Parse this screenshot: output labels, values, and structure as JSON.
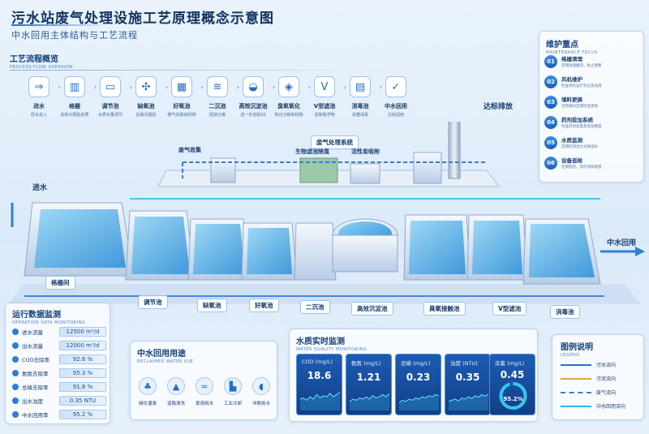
{
  "header": {
    "title": "污水站废气处理设施工艺原理概念示意图",
    "subtitle": "中水回用主体结构与工艺流程"
  },
  "process_flow": {
    "title": "工艺流程概览",
    "title_en": "PROCESS FLOW OVERVIEW",
    "steps": [
      {
        "name": "进水",
        "desc": "原水进入",
        "icon": "inflow-arrow-icon",
        "glyph": "⇒"
      },
      {
        "name": "格栅",
        "desc": "去除大颗粒杂质",
        "icon": "grille-icon",
        "glyph": "▥"
      },
      {
        "name": "调节池",
        "desc": "水质水量调节",
        "icon": "tank-icon",
        "glyph": "▭"
      },
      {
        "name": "缺氧池",
        "desc": "反硝化脱氮",
        "icon": "mixer-icon",
        "glyph": "✣"
      },
      {
        "name": "好氧池",
        "desc": "曝气去除有机物",
        "icon": "aeration-icon",
        "glyph": "▦"
      },
      {
        "name": "二沉池",
        "desc": "固液分离",
        "icon": "settling-icon",
        "glyph": "≋"
      },
      {
        "name": "高效沉淀池",
        "desc": "进一步去除SS",
        "icon": "precipitation-icon",
        "glyph": "◒"
      },
      {
        "name": "臭氧氧化",
        "desc": "氧化分解有机物",
        "icon": "ozone-icon",
        "glyph": "◈"
      },
      {
        "name": "V型滤池",
        "desc": "去除悬浮物",
        "icon": "filter-icon",
        "glyph": "V"
      },
      {
        "name": "消毒池",
        "desc": "杀菌消毒",
        "icon": "disinfection-icon",
        "glyph": "▤"
      },
      {
        "name": "中水回用",
        "desc": "达标回用",
        "icon": "reuse-check-icon",
        "glyph": "✓"
      }
    ]
  },
  "maintenance": {
    "title": "维护重点",
    "title_en": "MAINTENANCE FOCUS",
    "items": [
      {
        "num": "01",
        "title": "格栅清理",
        "desc": "定期清理栅渣，防止堵塞"
      },
      {
        "num": "02",
        "title": "风机维护",
        "desc": "检查风机运行状态及润滑"
      },
      {
        "num": "03",
        "title": "填料更换",
        "desc": "生物填料定期检查更换"
      },
      {
        "num": "04",
        "title": "药剂投加系统",
        "desc": "检查药剂投量及投加精度"
      },
      {
        "num": "05",
        "title": "水质监测",
        "desc": "定期检测出水水质指标"
      },
      {
        "num": "06",
        "title": "设备巡检",
        "desc": "定期巡检，及时消除隐患"
      }
    ]
  },
  "scene": {
    "gas_system": "废气处理系统",
    "gas_collect": "废气收集",
    "bio_deodor": "生物滤池除臭",
    "carbon": "活性炭吸附",
    "emission": "达标排放",
    "inflow": "进水",
    "outflow": "中水回用",
    "units": [
      "格栅间",
      "调节池",
      "缺氧池",
      "好氧池",
      "二沉池",
      "高效沉淀池",
      "臭氧接触池",
      "V型滤池",
      "消毒池"
    ]
  },
  "operation": {
    "title": "运行数据监测",
    "title_en": "OPERATION DATA MONITORING",
    "rows": [
      {
        "label": "进水流量",
        "value": "12500 m³/d"
      },
      {
        "label": "出水流量",
        "value": "12000 m³/d"
      },
      {
        "label": "COD去除率",
        "value": "92.6 %"
      },
      {
        "label": "氨氮去除率",
        "value": "95.3 %"
      },
      {
        "label": "总磷去除率",
        "value": "91.8 %"
      },
      {
        "label": "出水浊度",
        "value": "0.35 NTU"
      },
      {
        "label": "中水回用率",
        "value": "95.2 %"
      }
    ]
  },
  "reclaimed": {
    "title": "中水回用用途",
    "title_en": "RECLAIMED WATER USE",
    "items": [
      {
        "name": "绿化灌溉",
        "icon": "plant-icon",
        "glyph": "♣"
      },
      {
        "name": "道路清洗",
        "icon": "road-icon",
        "glyph": "▲"
      },
      {
        "name": "景观用水",
        "icon": "landscape-icon",
        "glyph": "≈"
      },
      {
        "name": "工业冷却",
        "icon": "factory-icon",
        "glyph": "▙"
      },
      {
        "name": "冲厕用水",
        "icon": "toilet-icon",
        "glyph": "◖"
      }
    ]
  },
  "water_quality": {
    "title": "水质实时监测",
    "title_en": "WATER QUALITY MONITORING",
    "cards": [
      {
        "label": "COD (mg/L)",
        "value": "18.6",
        "trend": [
          0.5,
          0.55,
          0.45,
          0.6,
          0.5,
          0.7,
          0.55,
          0.65,
          0.6,
          0.75,
          0.6,
          0.7,
          0.8
        ]
      },
      {
        "label": "氨氮 (mg/L)",
        "value": "1.21",
        "trend": [
          0.4,
          0.5,
          0.45,
          0.55,
          0.5,
          0.6,
          0.5,
          0.65,
          0.55,
          0.6,
          0.7,
          0.6,
          0.75
        ]
      },
      {
        "label": "总磷 (mg/L)",
        "value": "0.23",
        "trend": [
          0.35,
          0.45,
          0.4,
          0.5,
          0.45,
          0.55,
          0.5,
          0.6,
          0.55,
          0.65,
          0.6,
          0.7,
          0.65
        ]
      },
      {
        "label": "浊度 (NTU)",
        "value": "0.35",
        "trend": [
          0.4,
          0.45,
          0.5,
          0.42,
          0.55,
          0.5,
          0.6,
          0.52,
          0.65,
          0.58,
          0.7,
          0.62,
          0.72
        ]
      }
    ],
    "residual": {
      "label": "余氯 (mg/L)",
      "value": "0.45",
      "gauge_percent": 95.2,
      "gauge_label": "95.2%"
    }
  },
  "legend": {
    "title": "图例说明",
    "title_en": "LEGEND",
    "items": [
      {
        "label": "污水流向",
        "color": "#1f6fd6",
        "style": "solid"
      },
      {
        "label": "污泥流向",
        "color": "#e0a83a",
        "style": "solid"
      },
      {
        "label": "废气流向",
        "color": "#3a7ad8",
        "style": "dashed"
      },
      {
        "label": "中水回用流向",
        "color": "#2cb7e8",
        "style": "solid"
      }
    ]
  },
  "colors": {
    "accent": "#1f6fd6",
    "card_bg": "#164a98",
    "panel_border": "#b9d3ef"
  }
}
